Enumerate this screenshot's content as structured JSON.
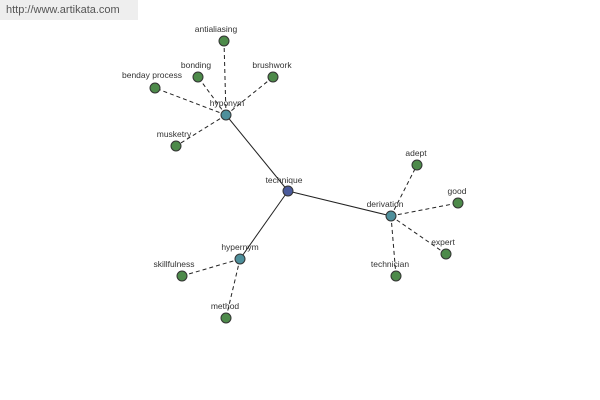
{
  "banner": {
    "url_text": "http://www.artikata.com"
  },
  "colors": {
    "center_node": "#4a5a9a",
    "relation_node": "#4e8f9b",
    "leaf_node": "#4d8a4a",
    "edge": "#222222"
  },
  "graph": {
    "center": {
      "id": "technique",
      "label": "technique"
    },
    "relations": [
      {
        "id": "hyponym",
        "label": "hyponym"
      },
      {
        "id": "derivation",
        "label": "derivation"
      },
      {
        "id": "hypernym",
        "label": "hypernym"
      }
    ],
    "leaves": [
      {
        "id": "antialiasing",
        "label": "antialiasing",
        "parent": "hyponym"
      },
      {
        "id": "bonding",
        "label": "bonding",
        "parent": "hyponym"
      },
      {
        "id": "brushwork",
        "label": "brushwork",
        "parent": "hyponym"
      },
      {
        "id": "benday-process",
        "label": "benday process",
        "parent": "hyponym"
      },
      {
        "id": "musketry",
        "label": "musketry",
        "parent": "hyponym"
      },
      {
        "id": "adept",
        "label": "adept",
        "parent": "derivation"
      },
      {
        "id": "good",
        "label": "good",
        "parent": "derivation"
      },
      {
        "id": "expert",
        "label": "expert",
        "parent": "derivation"
      },
      {
        "id": "technician",
        "label": "technician",
        "parent": "derivation"
      },
      {
        "id": "skillfulness",
        "label": "skillfulness",
        "parent": "hypernym"
      },
      {
        "id": "method",
        "label": "method",
        "parent": "hypernym"
      }
    ]
  }
}
